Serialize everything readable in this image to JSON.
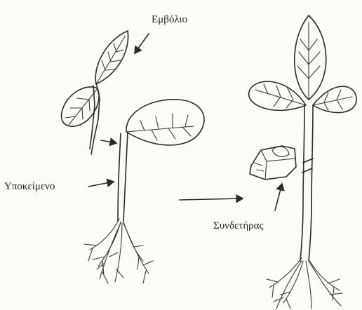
{
  "labels": {
    "scion": "Εμβόλιο",
    "rootstock": "Υποκείμενο",
    "clip": "Συνδετήρας"
  }
}
